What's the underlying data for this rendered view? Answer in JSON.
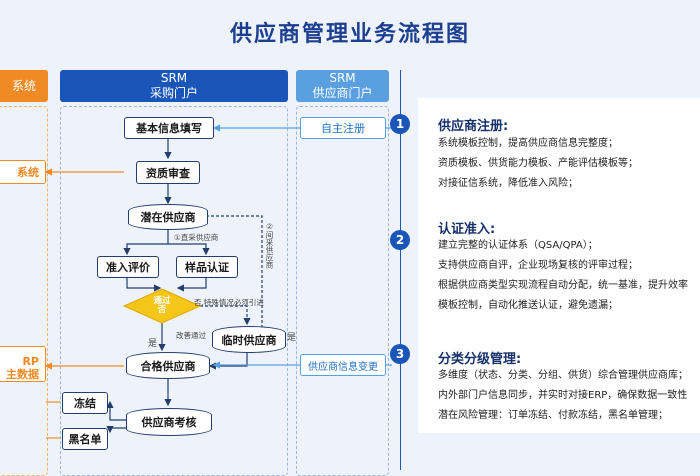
{
  "title": "供应商管理业务流程图",
  "lanes": {
    "left_fragment": "系统",
    "srm_purchase": {
      "line1": "SRM",
      "line2": "采购门户"
    },
    "srm_supplier": {
      "line1": "SRM",
      "line2": "供应商门户"
    }
  },
  "left_boxes": {
    "system": "系统",
    "erp_line1": "RP",
    "erp_line2": "主数据"
  },
  "nodes": {
    "basic_info": "基本信息填写",
    "qualification": "资质审查",
    "potential": "潜在供应商",
    "entry_eval": "准入评价",
    "sample_cert": "样品认证",
    "pass": "通过\n否",
    "temp_supplier": "临时供应商",
    "qualified": "合格供应商",
    "freeze": "冻结",
    "supplier_eval": "供应商考核",
    "blacklist": "黑名单",
    "self_register": "自主注册",
    "info_change": "供应商信息变更"
  },
  "edge_labels": {
    "direct": "①直采供应商",
    "indirect": "②间采供应商",
    "special": "否,特殊情况必须引进",
    "improved": "改善通过",
    "yes_left": "是",
    "yes_right": "是"
  },
  "sections": [
    {
      "num": "1",
      "title": "供应商注册:",
      "lines": [
        "系统模板控制，提高供应商信息完整度；",
        "资质模板、供货能力模板、产能评估模板等；",
        "对接征信系统，降低准入风险；"
      ]
    },
    {
      "num": "2",
      "title": "认证准入:",
      "lines": [
        "建立完整的认证体系（QSA/QPA）；",
        "支持供应商自评，企业现场复核的评审过程；",
        "根据供应商类型实现流程自动分配，统一基准，提升效率",
        "模板控制，自动化推送认证，避免遗漏；"
      ]
    },
    {
      "num": "3",
      "title": "分类分级管理:",
      "lines": [
        "多维度（状态、分类、分组、供货）综合管理供应商库；",
        "内外部门户信息同步，并实时对接ERP，确保数据一致性",
        "潜在风险管理：订单冻结、付款冻结，黑名单管理；"
      ]
    }
  ],
  "colors": {
    "blue": "#1a56b8",
    "light_blue": "#5aa0e0",
    "orange": "#f08a24",
    "gold": "#f5c518",
    "navy": "#16306a"
  }
}
